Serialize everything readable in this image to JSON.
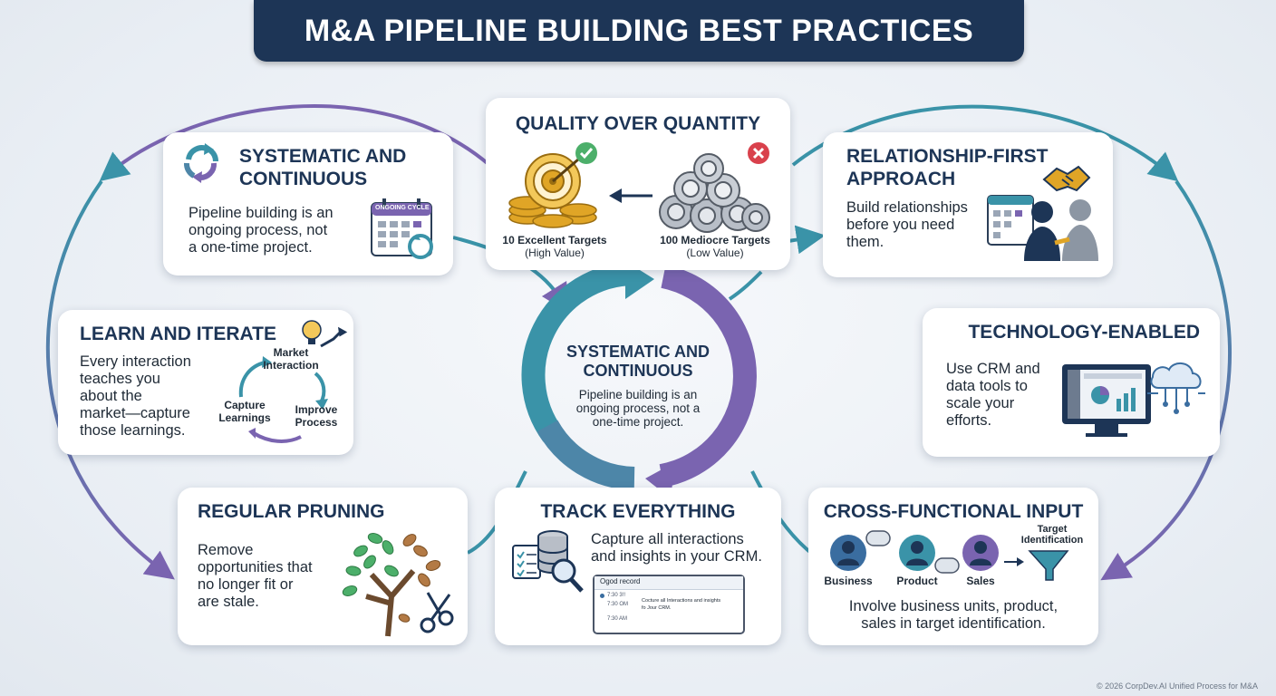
{
  "title": "M&A PIPELINE BUILDING BEST PRACTICES",
  "center": {
    "heading_line1": "SYSTEMATIC AND",
    "heading_line2": "CONTINUOUS",
    "text_line1": "Pipeline building is an",
    "text_line2": "ongoing process, not a",
    "text_line3": "one-time project."
  },
  "cards": {
    "systematic": {
      "title_line1": "SYSTEMATIC AND",
      "title_line2": "CONTINUOUS",
      "text_line1": "Pipeline building is an",
      "text_line2": "ongoing process, not",
      "text_line3": "a one-time project.",
      "calendar_label": "ONGOING CYCLE"
    },
    "quality": {
      "title": "QUALITY OVER QUANTITY",
      "left_label": "10 Excellent Targets",
      "left_sub": "(High Value)",
      "right_label": "100 Mediocre Targets",
      "right_sub": "(Low Value)"
    },
    "relationship": {
      "title_line1": "RELATIONSHIP-FIRST",
      "title_line2": "APPROACH",
      "text_line1": "Build relationships",
      "text_line2": "before you need",
      "text_line3": "them."
    },
    "learn": {
      "title": "LEARN AND ITERATE",
      "text_line1": "Every interaction",
      "text_line2": "teaches you",
      "text_line3": "about the",
      "text_line4": "market—capture",
      "text_line5": "those learnings.",
      "cycle_top_1": "Market",
      "cycle_top_2": "Interaction",
      "cycle_right_1": "Improve",
      "cycle_right_2": "Process",
      "cycle_left_1": "Capture",
      "cycle_left_2": "Learnings"
    },
    "technology": {
      "title": "TECHNOLOGY-ENABLED",
      "text_line1": "Use CRM and",
      "text_line2": "data tools to",
      "text_line3": "scale your",
      "text_line4": "efforts."
    },
    "pruning": {
      "title": "REGULAR PRUNING",
      "text_line1": "Remove",
      "text_line2": "opportunities that",
      "text_line3": "no longer fit or",
      "text_line4": "are stale."
    },
    "track": {
      "title": "TRACK EVERYTHING",
      "text_line1": "Capture all interactions",
      "text_line2": "and insights in your CRM.",
      "record_title": "Ogod record",
      "time1": "7:30 3!!",
      "time2": "7:30 OM",
      "time3": "7:30 AM",
      "record_text_1": "Cocture all Interactions and insights",
      "record_text_2": "fo Jour CRM."
    },
    "cross": {
      "title": "CROSS-FUNCTIONAL INPUT",
      "role1": "Business",
      "role2": "Product",
      "role3": "Sales",
      "target_1": "Target",
      "target_2": "Identification",
      "text_line1": "Involve business units, product,",
      "text_line2": "sales in target identification."
    }
  },
  "footer": "© 2026 CorpDev.AI Unified Process for M&A",
  "colors": {
    "navy": "#1d3556",
    "teal": "#3a93a8",
    "purple": "#7a64b0",
    "gold": "#e0a526",
    "green": "#4caf6a",
    "red": "#d9414c"
  }
}
